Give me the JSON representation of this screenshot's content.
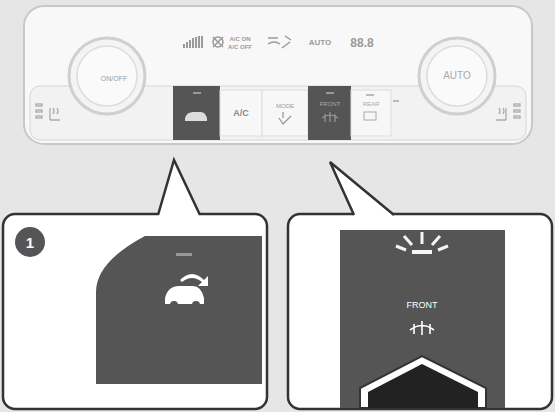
{
  "diagram": {
    "labels": [
      "ON/OFF",
      "A/C ON",
      "A/C OFF",
      "AUTO",
      "88.8",
      "A/C",
      "MODE",
      "FRONT",
      "REAR",
      "AUTO",
      "1",
      "FRONT"
    ]
  }
}
